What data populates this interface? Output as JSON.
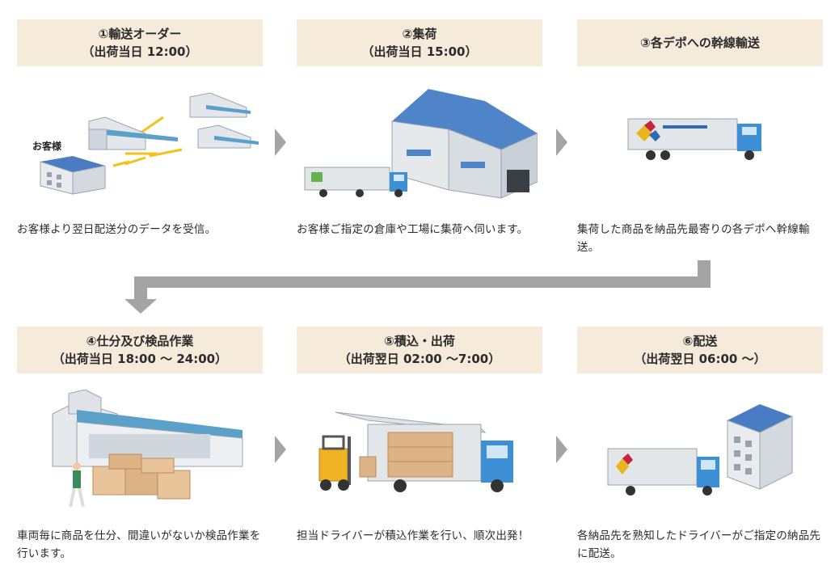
{
  "steps": [
    {
      "title": "①輸送オーダー",
      "sub": "（出荷当日 12:00）",
      "desc": "お客様より翌日配送分のデータを受信。",
      "icon": "warehouse-network-icon"
    },
    {
      "title": "②集荷",
      "sub": "（出荷当日 15:00）",
      "desc": "お客様ご指定の倉庫や工場に集荷へ伺います。",
      "icon": "warehouse-truck-icon"
    },
    {
      "title": "③各デポへの幹線輸送",
      "sub": "",
      "desc": "集荷した商品を納品先最寄りの各デポへ幹線輸送。",
      "icon": "truck-icon"
    },
    {
      "title": "④仕分及び検品作業",
      "sub": "（出荷当日 18:00 ～ 24:00）",
      "desc": "車両毎に商品を仕分、間違いがないか検品作業を行います。",
      "icon": "sorting-center-icon"
    },
    {
      "title": "⑤積込・出荷",
      "sub": "（出荷翌日 02:00 ～7:00）",
      "desc": "担当ドライバーが積込作業を行い、順次出発！",
      "icon": "forklift-truck-icon"
    },
    {
      "title": "⑥配送",
      "sub": "（出荷翌日 06:00 ～）",
      "desc": "各納品先を熟知したドライバーがご指定の納品先に配送。",
      "icon": "delivery-building-icon"
    }
  ],
  "customer_label": "お客様",
  "colors": {
    "header_bg": "#f6eadb",
    "arrow": "#a4a4a4",
    "roof_blue": "#4a7cc4",
    "truck_cab": "#3d8fd6"
  }
}
